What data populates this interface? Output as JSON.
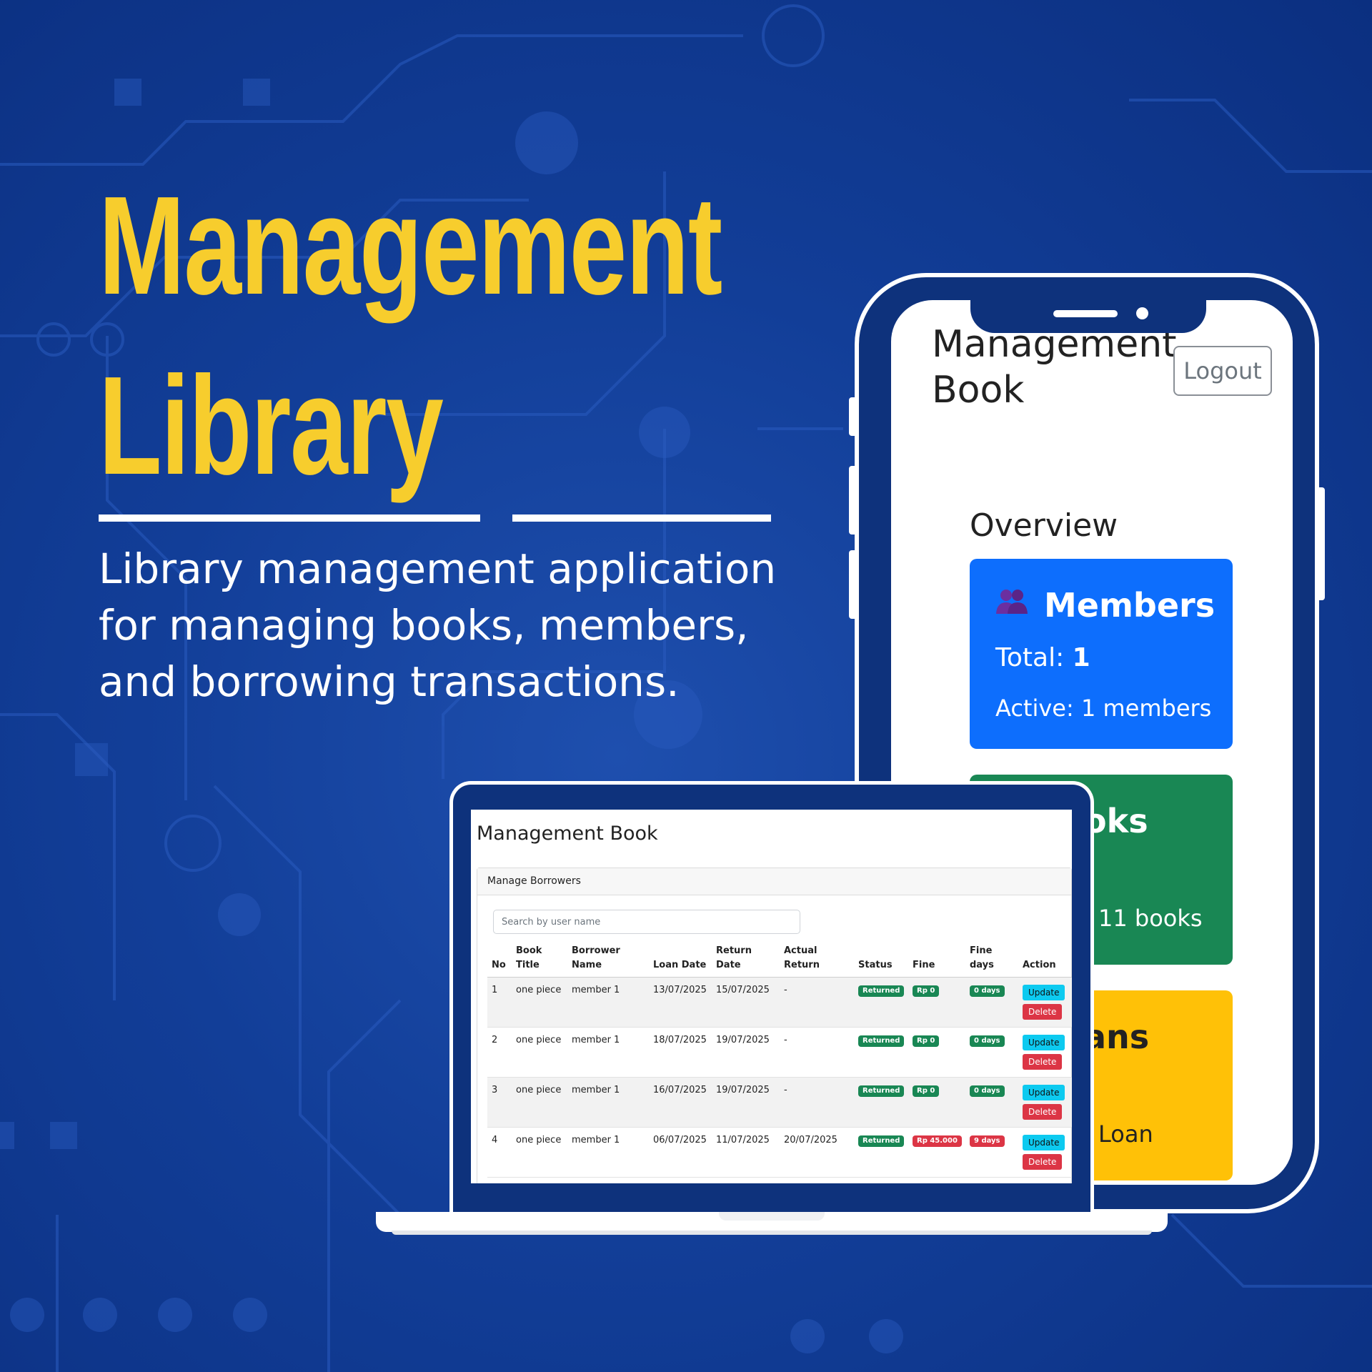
{
  "hero": {
    "title_line1": "Management",
    "title_line2": "Library",
    "subtitle": "Library management application for managing books, members, and borrowing transactions."
  },
  "colors": {
    "background": "#123e98",
    "accent_yellow": "#f7cd2d",
    "device_frame": "#0e327c",
    "members_card": "#0d6efd",
    "books_card": "#198754",
    "loans_card": "#ffc107",
    "badge_success": "#198754",
    "badge_danger": "#dc3545",
    "btn_update": "#0dcaf0"
  },
  "phone": {
    "title": "Management Book",
    "logout_label": "Logout",
    "overview_label": "Overview",
    "cards": {
      "members": {
        "icon": "people-icon",
        "title": "Members",
        "total_label": "Total:",
        "total_value": "1",
        "sub": "Active: 1 members"
      },
      "books": {
        "title": "oks",
        "sub": "11 books"
      },
      "loans": {
        "title": "ans",
        "sub": "Loan"
      }
    }
  },
  "laptop": {
    "title": "Management Book",
    "card_header": "Manage Borrowers",
    "search_placeholder": "Search by user name",
    "columns": [
      "No",
      "Book Title",
      "Borrower Name",
      "Loan Date",
      "Return Date",
      "Actual Return",
      "Status",
      "Fine",
      "Fine days",
      "Action"
    ],
    "update_label": "Update",
    "delete_label": "Delete",
    "rows": [
      {
        "no": "1",
        "book": "one piece",
        "borrower": "member 1",
        "loan": "13/07/2025",
        "return": "15/07/2025",
        "actual": "-",
        "status": "Returned",
        "fine": "Rp 0",
        "fine_days": "0 days",
        "fine_state": "ok"
      },
      {
        "no": "2",
        "book": "one piece",
        "borrower": "member 1",
        "loan": "18/07/2025",
        "return": "19/07/2025",
        "actual": "-",
        "status": "Returned",
        "fine": "Rp 0",
        "fine_days": "0 days",
        "fine_state": "ok"
      },
      {
        "no": "3",
        "book": "one piece",
        "borrower": "member 1",
        "loan": "16/07/2025",
        "return": "19/07/2025",
        "actual": "-",
        "status": "Returned",
        "fine": "Rp 0",
        "fine_days": "0 days",
        "fine_state": "ok"
      },
      {
        "no": "4",
        "book": "one piece",
        "borrower": "member 1",
        "loan": "06/07/2025",
        "return": "11/07/2025",
        "actual": "20/07/2025",
        "status": "Returned",
        "fine": "Rp 45.000",
        "fine_days": "9 days",
        "fine_state": "late"
      }
    ]
  }
}
